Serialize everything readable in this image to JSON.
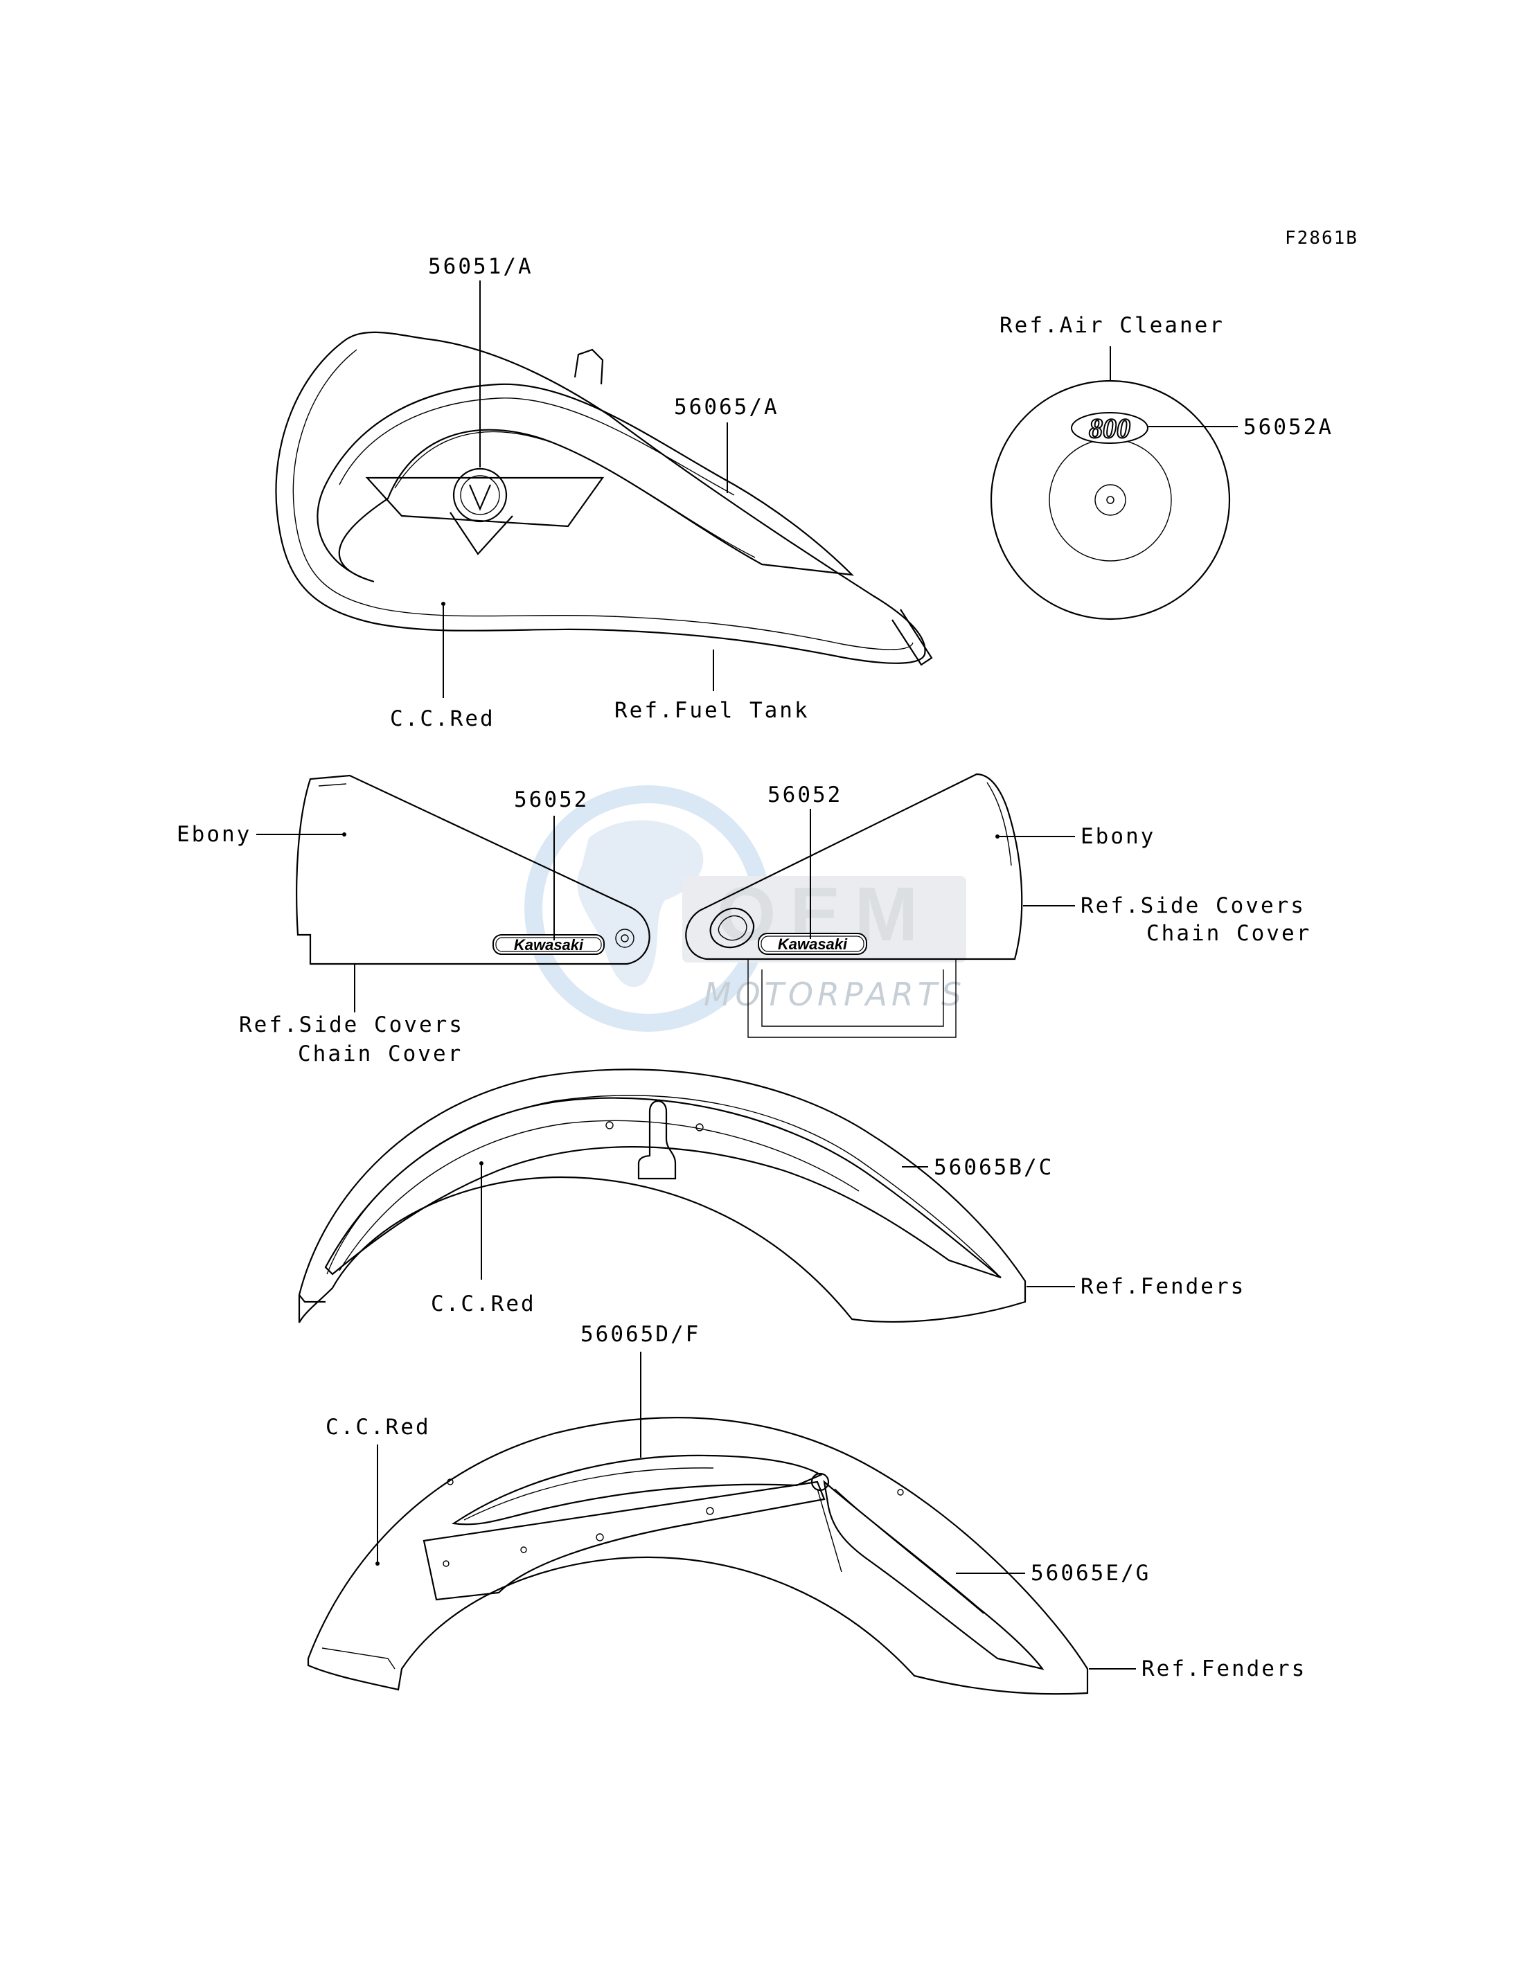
{
  "figure_code": "F2861B",
  "watermark": {
    "brand": "OEM",
    "subtitle": "MOTORPARTS"
  },
  "callouts": {
    "part_56051A": "56051/A",
    "part_56065A": "56065/A",
    "part_56052A": "56052A",
    "part_56052_left": "56052",
    "part_56052_right": "56052",
    "part_56065BC": "56065B/C",
    "part_56065DF": "56065D/F",
    "part_56065EG": "56065E/G"
  },
  "refs": {
    "air_cleaner": "Ref.Air Cleaner",
    "fuel_tank": "Ref.Fuel Tank",
    "side_covers_left_1": "Ref.Side Covers",
    "side_covers_left_2": "Chain Cover",
    "side_covers_right_1": "Ref.Side Covers",
    "side_covers_right_2": "Chain Cover",
    "fenders_front": "Ref.Fenders",
    "fenders_rear": "Ref.Fenders"
  },
  "colors": {
    "cc_red_tank": "C.C.Red",
    "cc_red_front": "C.C.Red",
    "cc_red_rear": "C.C.Red",
    "ebony_left": "Ebony",
    "ebony_right": "Ebony"
  },
  "decal_text": {
    "kawasaki_left": "Kawasaki",
    "kawasaki_right": "Kawasaki",
    "air_cleaner_number": "800"
  }
}
